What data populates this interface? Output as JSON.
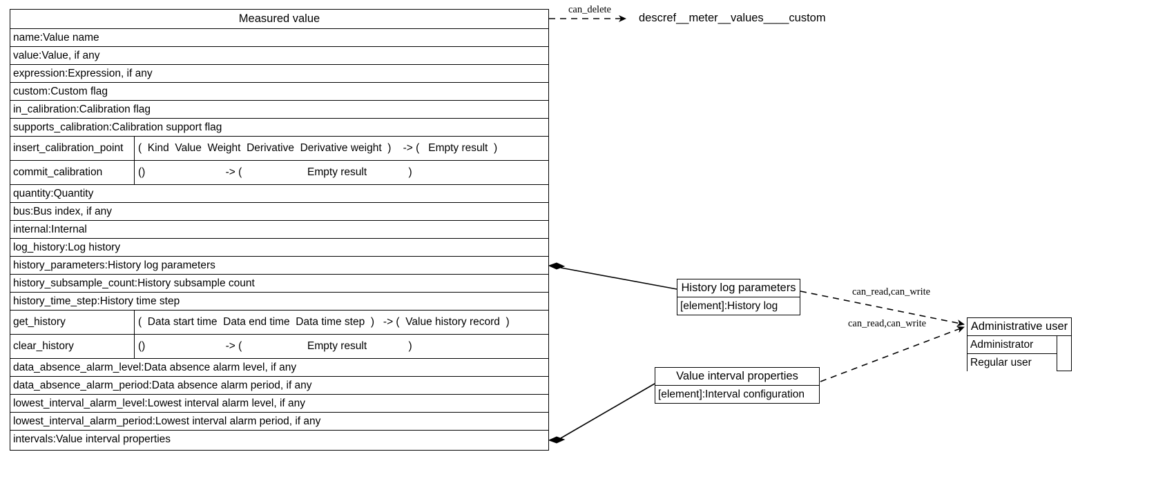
{
  "diagram": {
    "kind": "uml-class-diagram",
    "background": "#ffffff",
    "line_color": "#000000"
  },
  "main_class": {
    "title": "Measured value",
    "rows": [
      {
        "kind": "attr",
        "text": "name:Value name"
      },
      {
        "kind": "attr",
        "text": "value:Value, if any"
      },
      {
        "kind": "attr",
        "text": "expression:Expression, if any"
      },
      {
        "kind": "attr",
        "text": "custom:Custom flag"
      },
      {
        "kind": "attr",
        "text": "in_calibration:Calibration flag"
      },
      {
        "kind": "attr",
        "text": "supports_calibration:Calibration support flag"
      },
      {
        "kind": "method",
        "name": "insert_calibration_point",
        "signature": "(  Kind  Value  Weight  Derivative  Derivative weight  )    -> (   Empty result  )"
      },
      {
        "kind": "method",
        "name": "commit_calibration",
        "signature": "()                           -> (                      Empty result              )"
      },
      {
        "kind": "attr",
        "text": "quantity:Quantity"
      },
      {
        "kind": "attr",
        "text": "bus:Bus index, if any"
      },
      {
        "kind": "attr",
        "text": "internal:Internal"
      },
      {
        "kind": "attr",
        "text": "log_history:Log history"
      },
      {
        "kind": "attr",
        "text": "history_parameters:History log parameters"
      },
      {
        "kind": "attr",
        "text": "history_subsample_count:History subsample count"
      },
      {
        "kind": "attr",
        "text": "history_time_step:History time step"
      },
      {
        "kind": "method",
        "name": "get_history",
        "signature": "(  Data start time  Data end time  Data time step  )   -> (  Value history record  )"
      },
      {
        "kind": "method",
        "name": "clear_history",
        "signature": "()                           -> (                      Empty result              )"
      },
      {
        "kind": "attr",
        "text": "data_absence_alarm_level:Data absence alarm level, if any"
      },
      {
        "kind": "attr",
        "text": "data_absence_alarm_period:Data absence alarm period, if any"
      },
      {
        "kind": "attr",
        "text": "lowest_interval_alarm_level:Lowest interval alarm level, if any"
      },
      {
        "kind": "attr",
        "text": "lowest_interval_alarm_period:Lowest interval alarm period, if any"
      },
      {
        "kind": "attr",
        "text": "intervals:Value interval properties"
      }
    ]
  },
  "history_log_parameters_class": {
    "title": "History log parameters",
    "rows": [
      {
        "kind": "attr",
        "text": "[element]:History log"
      }
    ]
  },
  "value_interval_properties_class": {
    "title": "Value interval properties",
    "rows": [
      {
        "kind": "attr",
        "text": "[element]:Interval configuration"
      }
    ]
  },
  "administrative_user_class": {
    "title": "Administrative user",
    "rows": [
      {
        "kind": "attr",
        "text": "Administrator"
      },
      {
        "kind": "attr",
        "text": "Regular user"
      }
    ]
  },
  "external_nodes": [
    {
      "id": "descref",
      "text": "descref__meter__values____custom"
    }
  ],
  "edges": [
    {
      "id": "can-delete",
      "label": "can_delete",
      "style": "dashed",
      "arrow": "open"
    },
    {
      "id": "history-composition",
      "label": "",
      "style": "solid",
      "arrow": "diamond"
    },
    {
      "id": "intervals-composition",
      "label": "",
      "style": "solid",
      "arrow": "diamond"
    },
    {
      "id": "history-perm",
      "label": "can_read,can_write",
      "style": "dashed",
      "arrow": "open"
    },
    {
      "id": "intervals-perm",
      "label": "can_read,can_write",
      "style": "dashed",
      "arrow": "open"
    }
  ]
}
